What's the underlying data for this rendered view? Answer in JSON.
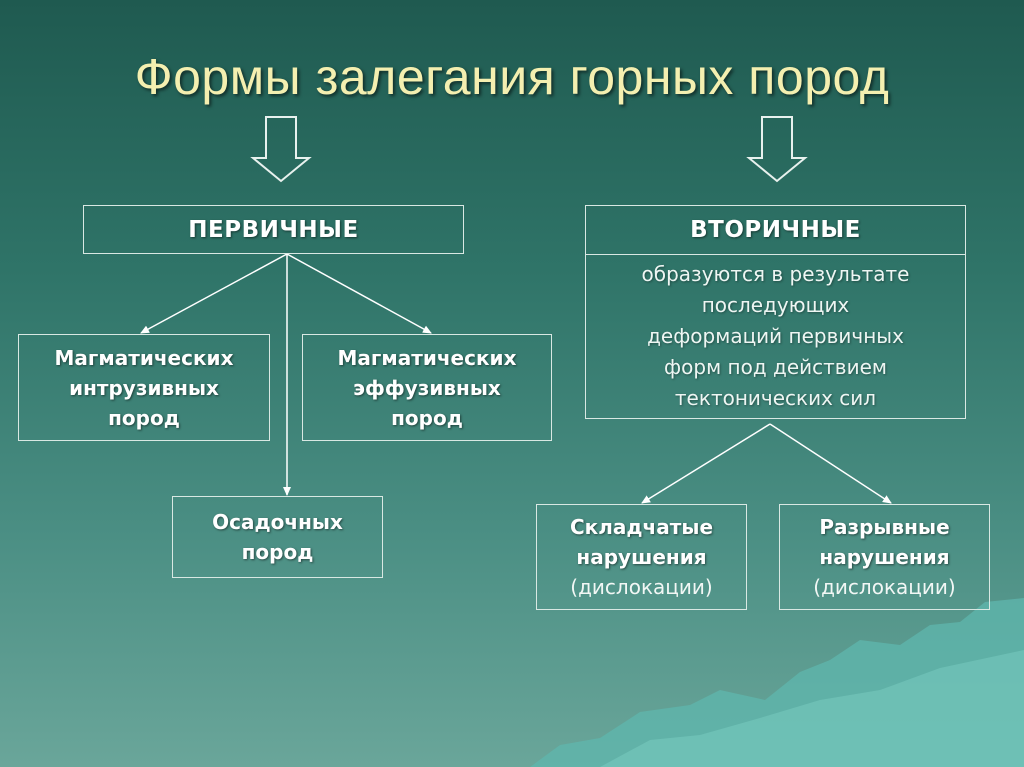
{
  "title": "Формы залегания горных пород",
  "primary": {
    "header": "ПЕРВИЧНЫЕ",
    "items": [
      {
        "lines": [
          "Магматических",
          "интрузивных",
          "пород"
        ]
      },
      {
        "lines": [
          "Магматических",
          "эффузивных",
          "пород"
        ]
      },
      {
        "lines": [
          "Осадочных",
          "пород"
        ]
      }
    ]
  },
  "secondary": {
    "header": "ВТОРИЧНЫЕ",
    "description": [
      "образуются в результате",
      "последующих",
      "деформаций первичных",
      "форм под действием",
      "тектонических сил"
    ],
    "items": [
      {
        "lines": [
          "Складчатые",
          "нарушения"
        ],
        "note": "(дислокации)"
      },
      {
        "lines": [
          "Разрывные",
          "нарушения"
        ],
        "note": "(дислокации)"
      }
    ]
  },
  "colors": {
    "title": "#f4efb0",
    "background": "#2f7468",
    "line": "#d9e8e3"
  }
}
